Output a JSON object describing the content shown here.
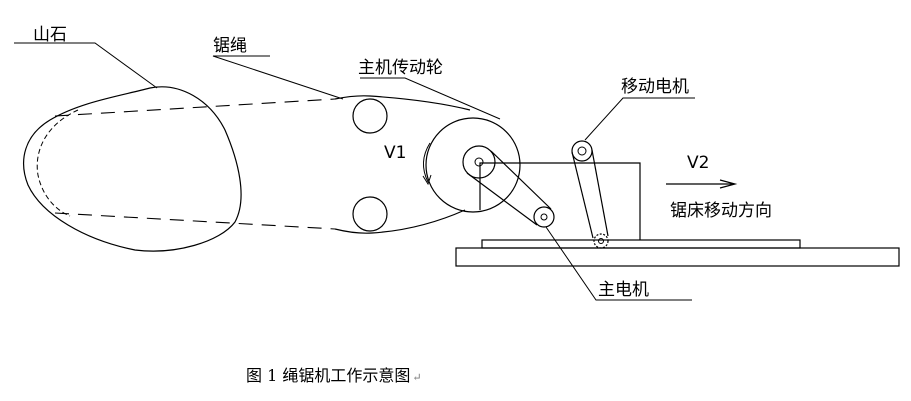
{
  "labels": {
    "rock": "山石",
    "wire_saw": "锯绳",
    "main_drive_wheel": "主机传动轮",
    "moving_motor": "移动电机",
    "v1": "V1",
    "v2": "V2",
    "travel_direction": "锯床移动方向",
    "main_motor": "主电机"
  },
  "caption": {
    "text": "图 1 绳锯机工作示意图",
    "end_mark": "↵"
  }
}
